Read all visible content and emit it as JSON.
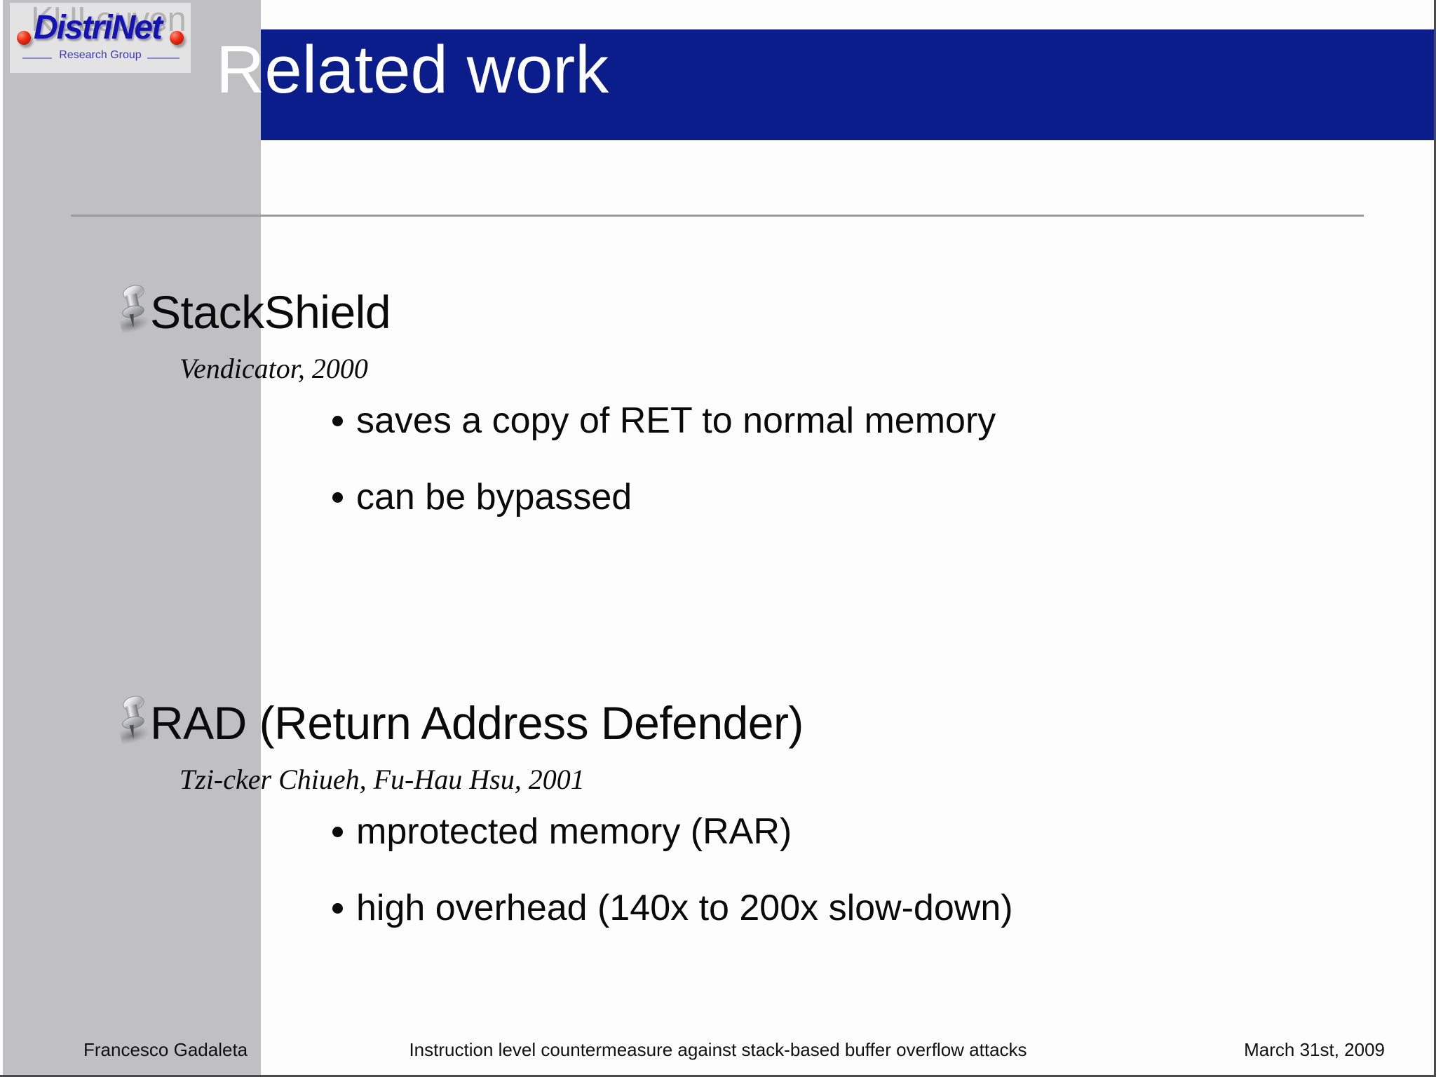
{
  "slide": {
    "title": "Related work",
    "banner_color": "#0b1d8b",
    "sidebar_color": "#c0c0c2",
    "background_color": "#fdfdfd"
  },
  "logo": {
    "university": "KULeuven",
    "name": "DistriNet",
    "tagline": "Research Group",
    "name_color": "#1414b4",
    "ball_color": "#ee2b12"
  },
  "topics": [
    {
      "title": "StackShield",
      "author": "Vendicator, 2000",
      "bullets": [
        "saves a copy of RET to normal memory",
        "can be bypassed"
      ]
    },
    {
      "title": "RAD (Return Address Defender)",
      "author": "Tzi-cker Chiueh, Fu-Hau Hsu, 2001",
      "bullets": [
        "mprotected memory (RAR)",
        "high overhead (140x to 200x slow-down)"
      ]
    }
  ],
  "footer": {
    "author": "Francesco Gadaleta",
    "subject": "Instruction level countermeasure against stack-based buffer overflow attacks",
    "date": "March 31st, 2009"
  }
}
